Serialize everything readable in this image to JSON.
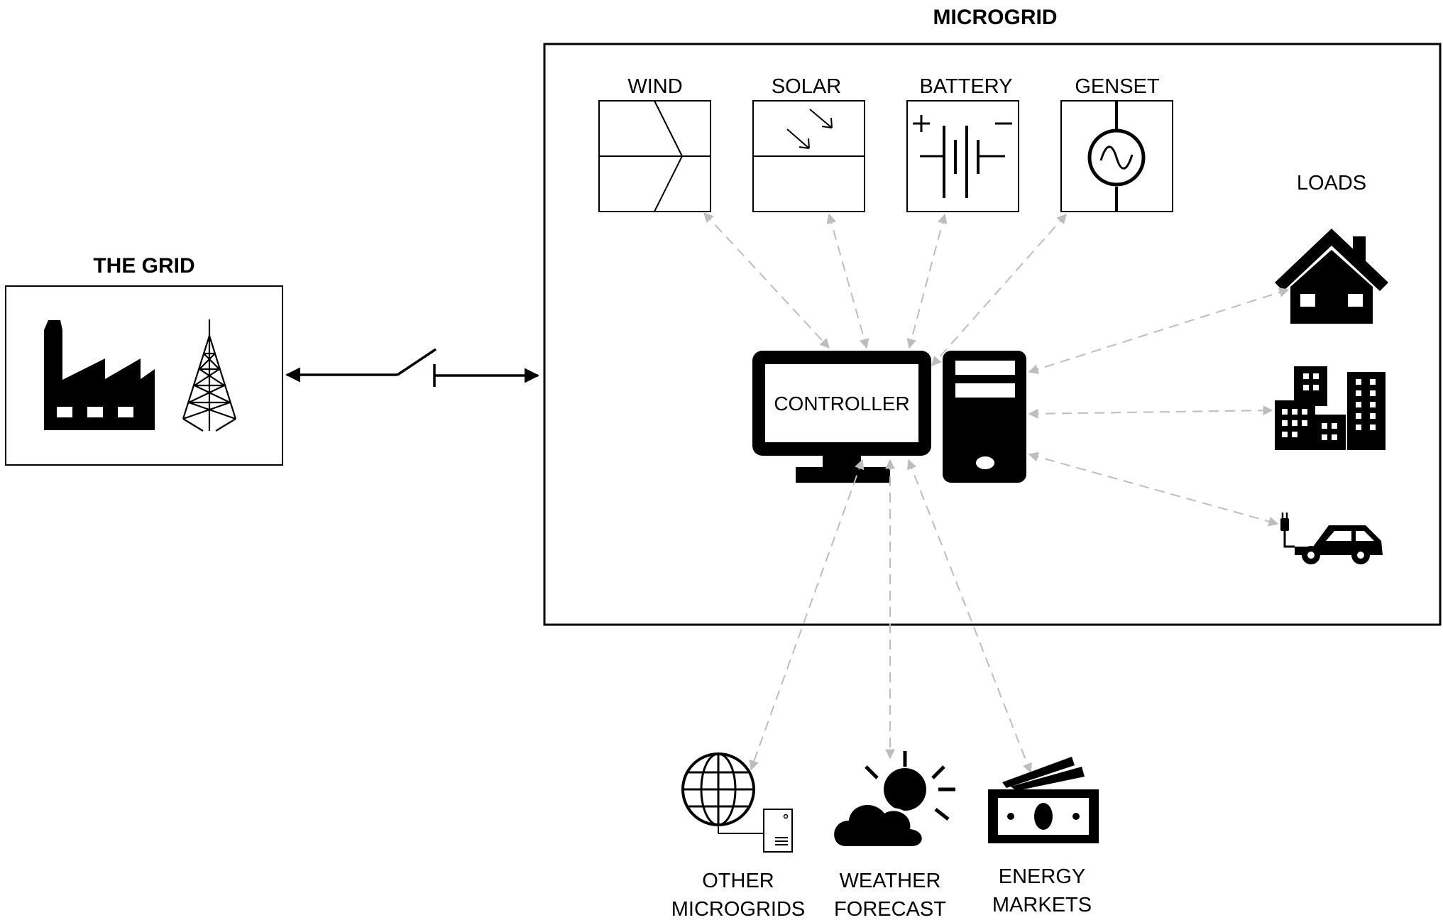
{
  "grid": {
    "title": "THE GRID"
  },
  "microgrid": {
    "title": "MICROGRID"
  },
  "sources": {
    "wind": "WIND",
    "solar": "SOLAR",
    "battery": "BATTERY",
    "genset": "GENSET"
  },
  "controller": {
    "label": "CONTROLLER"
  },
  "loads": {
    "title": "LOADS"
  },
  "external": {
    "other_microgrids": [
      "OTHER",
      "MICROGRIDS"
    ],
    "weather_forecast": [
      "WEATHER",
      "FORECAST"
    ],
    "energy_markets": [
      "ENERGY",
      "MARKETS"
    ]
  }
}
